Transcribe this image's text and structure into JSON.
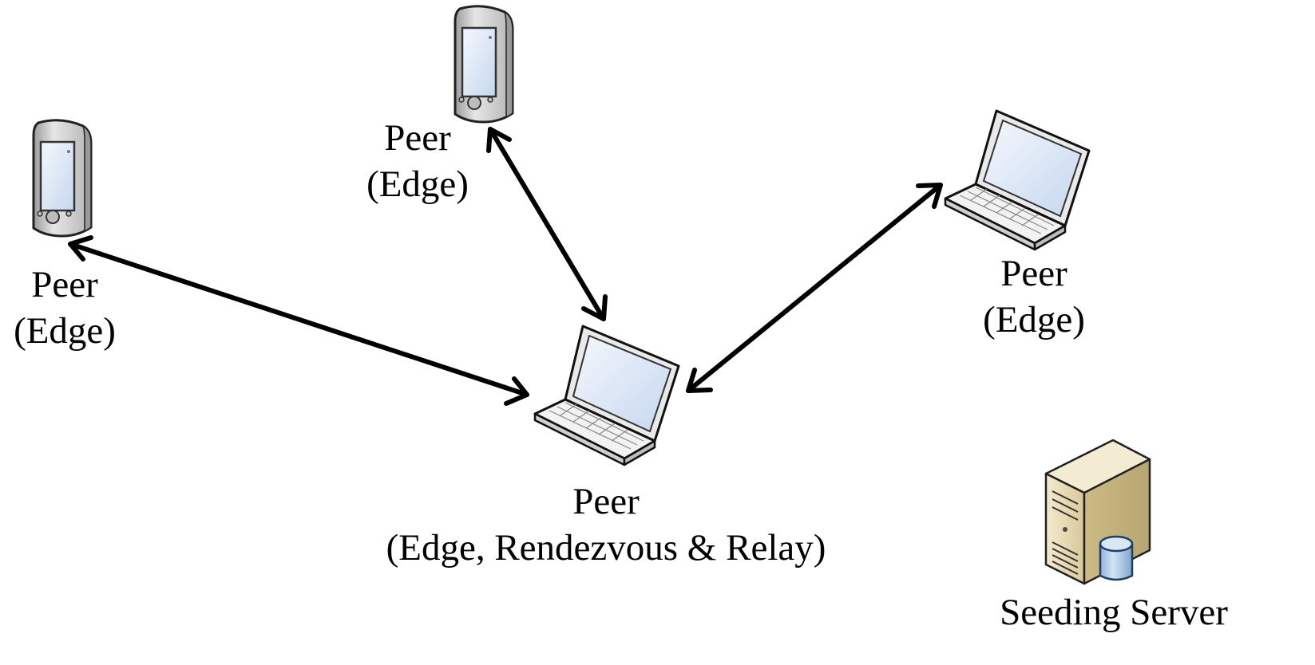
{
  "nodes": {
    "phone_left": {
      "icon": "mobile-device-icon",
      "line1": "Peer",
      "line2": "(Edge)"
    },
    "phone_top": {
      "icon": "mobile-device-icon",
      "line1": "Peer",
      "line2": "(Edge)"
    },
    "laptop_right": {
      "icon": "laptop-icon",
      "line1": "Peer",
      "line2": "(Edge)"
    },
    "laptop_center": {
      "icon": "laptop-icon",
      "line1": "Peer",
      "line2": "(Edge, Rendezvous & Relay)"
    },
    "server": {
      "icon": "server-tower-icon",
      "line1": "Seeding Server"
    }
  },
  "connections": [
    {
      "from": "phone_left",
      "to": "laptop_center",
      "type": "bidirectional"
    },
    {
      "from": "phone_top",
      "to": "laptop_center",
      "type": "bidirectional"
    },
    {
      "from": "laptop_right",
      "to": "laptop_center",
      "type": "bidirectional"
    }
  ],
  "colors": {
    "line": "#000000",
    "device_body": "#d4d4d4",
    "screen": "#dde8f7",
    "server_body": "#e8dcb5",
    "database": "#b9d4ec"
  }
}
